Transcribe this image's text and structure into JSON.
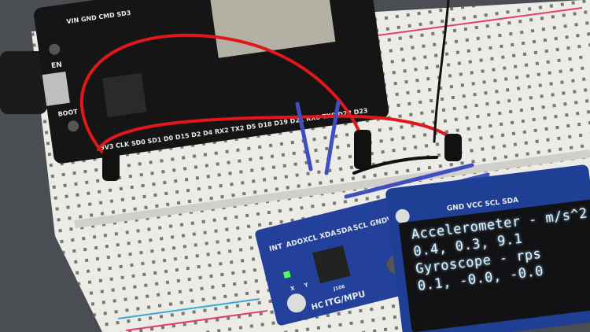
{
  "scene": {
    "esp32": {
      "top_labels": "VIN GND CMD SD3",
      "button_en": "EN",
      "button_boot": "BOOT",
      "bottom_pins": "3V3 CLK SD0 SD1 D0 D15 D2 D4 RX2 TX2 D5 D18 D19 D21 RX0 TX0 D22 D23"
    },
    "mpu_module": {
      "pins": [
        "INT",
        "ADO",
        "XCL",
        "XDA",
        "SDA",
        "SCL",
        "GND",
        "VCC"
      ],
      "label": "ITG/MPU",
      "mark": "HC",
      "axis_x": "X",
      "axis_y": "Y",
      "chip_label": "J106"
    },
    "oled_module": {
      "pins": "GND VCC SCL SDA",
      "screen_lines": [
        "Accelerometer - m/s^2",
        "0.4, 0.3, 9.1",
        "Gyroscope - rps",
        "0.1, -0.0, -0.0"
      ]
    },
    "colors": {
      "background": "#4a4d52",
      "breadboard": "#ecebe6",
      "esp32_board": "#151515",
      "mpu_board": "#23419a",
      "oled_board": "#1f3f95",
      "wire_red": "#e0171b",
      "wire_blue": "#3f4fc0"
    }
  }
}
